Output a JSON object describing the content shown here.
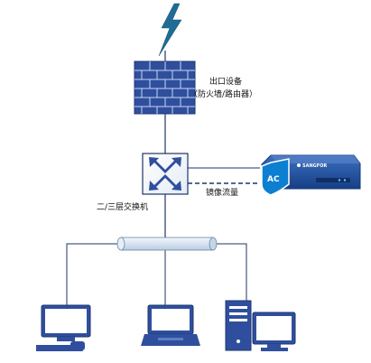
{
  "labels": {
    "egress_title": "出口设备",
    "egress_subtitle": "（防火墙/路由器）",
    "switch": "二/三层交换机",
    "mirror": "镜像流量",
    "ac_badge": "AC",
    "brand": "SANGFOR"
  },
  "colors": {
    "network_blue": "#2f4f9e",
    "lightning": "#1f6c96",
    "ac_shield": "#0d7fd1",
    "ac_body": "#1d4d99",
    "line": "#1f3567",
    "bus": "#dde8f3"
  },
  "icons": {
    "internet": "lightning-icon",
    "firewall": "firewall-icon",
    "switch": "switch-icon",
    "ac_device": "ac-appliance-icon",
    "pc1": "monitor-icon",
    "pc2": "laptop-icon",
    "pc3": "desktop-tower-icon"
  }
}
